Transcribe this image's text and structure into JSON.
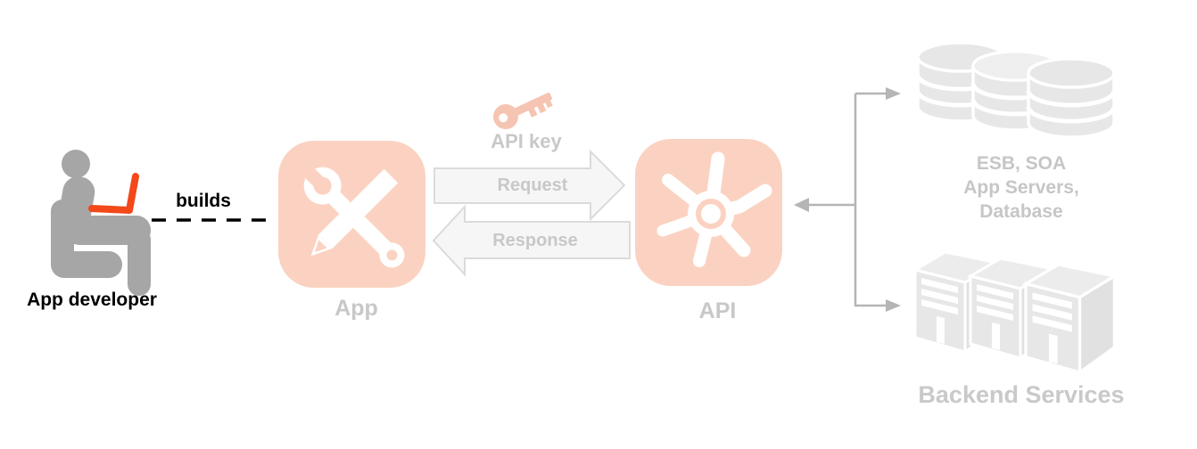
{
  "labels": {
    "app_developer": "App developer",
    "builds": "builds",
    "app": "App",
    "api_key": "API key",
    "request": "Request",
    "response": "Response",
    "api": "API",
    "esb_lines": [
      "ESB, SOA",
      "App Servers,",
      "Database"
    ],
    "backend_services": "Backend Services"
  },
  "icons": {
    "developer": "seated-person-with-laptop-icon",
    "app": "wrench-and-pencil-icon",
    "api_key": "key-icon",
    "api": "gear-pinwheel-icon",
    "integration_systems": "database-stack-icon",
    "backend_servers": "server-tower-icon"
  },
  "colors": {
    "accent_salmon": "#FBD2C1",
    "key_salmon": "#F6C4B2",
    "laptop_orange": "#F2481A",
    "person_gray": "#A6A6A6",
    "label_black": "#000000",
    "faded_label": "#C8C8C8",
    "esb_text": "#C6C6C6",
    "backend_text": "#C9C9C9",
    "faded_shape": "#E7E7E7",
    "arrow_fill": "#F6F6F6",
    "arrow_border": "#DBDBDB",
    "connector_gray": "#B5B5B5"
  }
}
